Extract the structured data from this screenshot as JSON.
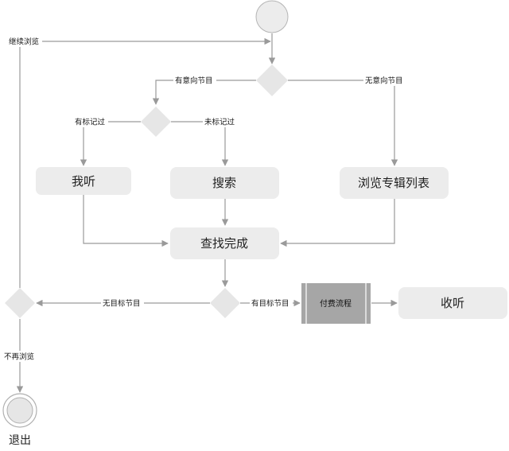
{
  "nodes": {
    "wo_ting": "我听",
    "sousuo": "搜索",
    "liulan_list": "浏览专辑列表",
    "chazhao": "查找完成",
    "fufei": "付费流程",
    "shouting": "收听",
    "tuichu": "退出"
  },
  "edges": {
    "jixu_liulan": "继续浏览",
    "you_yixiang": "有意向节目",
    "wu_yixiang": "无意向节目",
    "you_biaoji": "有标记过",
    "wei_biaoji": "未标记过",
    "wu_mubiao": "无目标节目",
    "you_mubiao": "有目标节目",
    "buzai_liulan": "不再浏览"
  },
  "colors": {
    "edge": "#9a9a9a",
    "node_fill": "#ececec",
    "decision_fill": "#e6e6e6",
    "subprocess_fill": "#a6a6a6"
  }
}
